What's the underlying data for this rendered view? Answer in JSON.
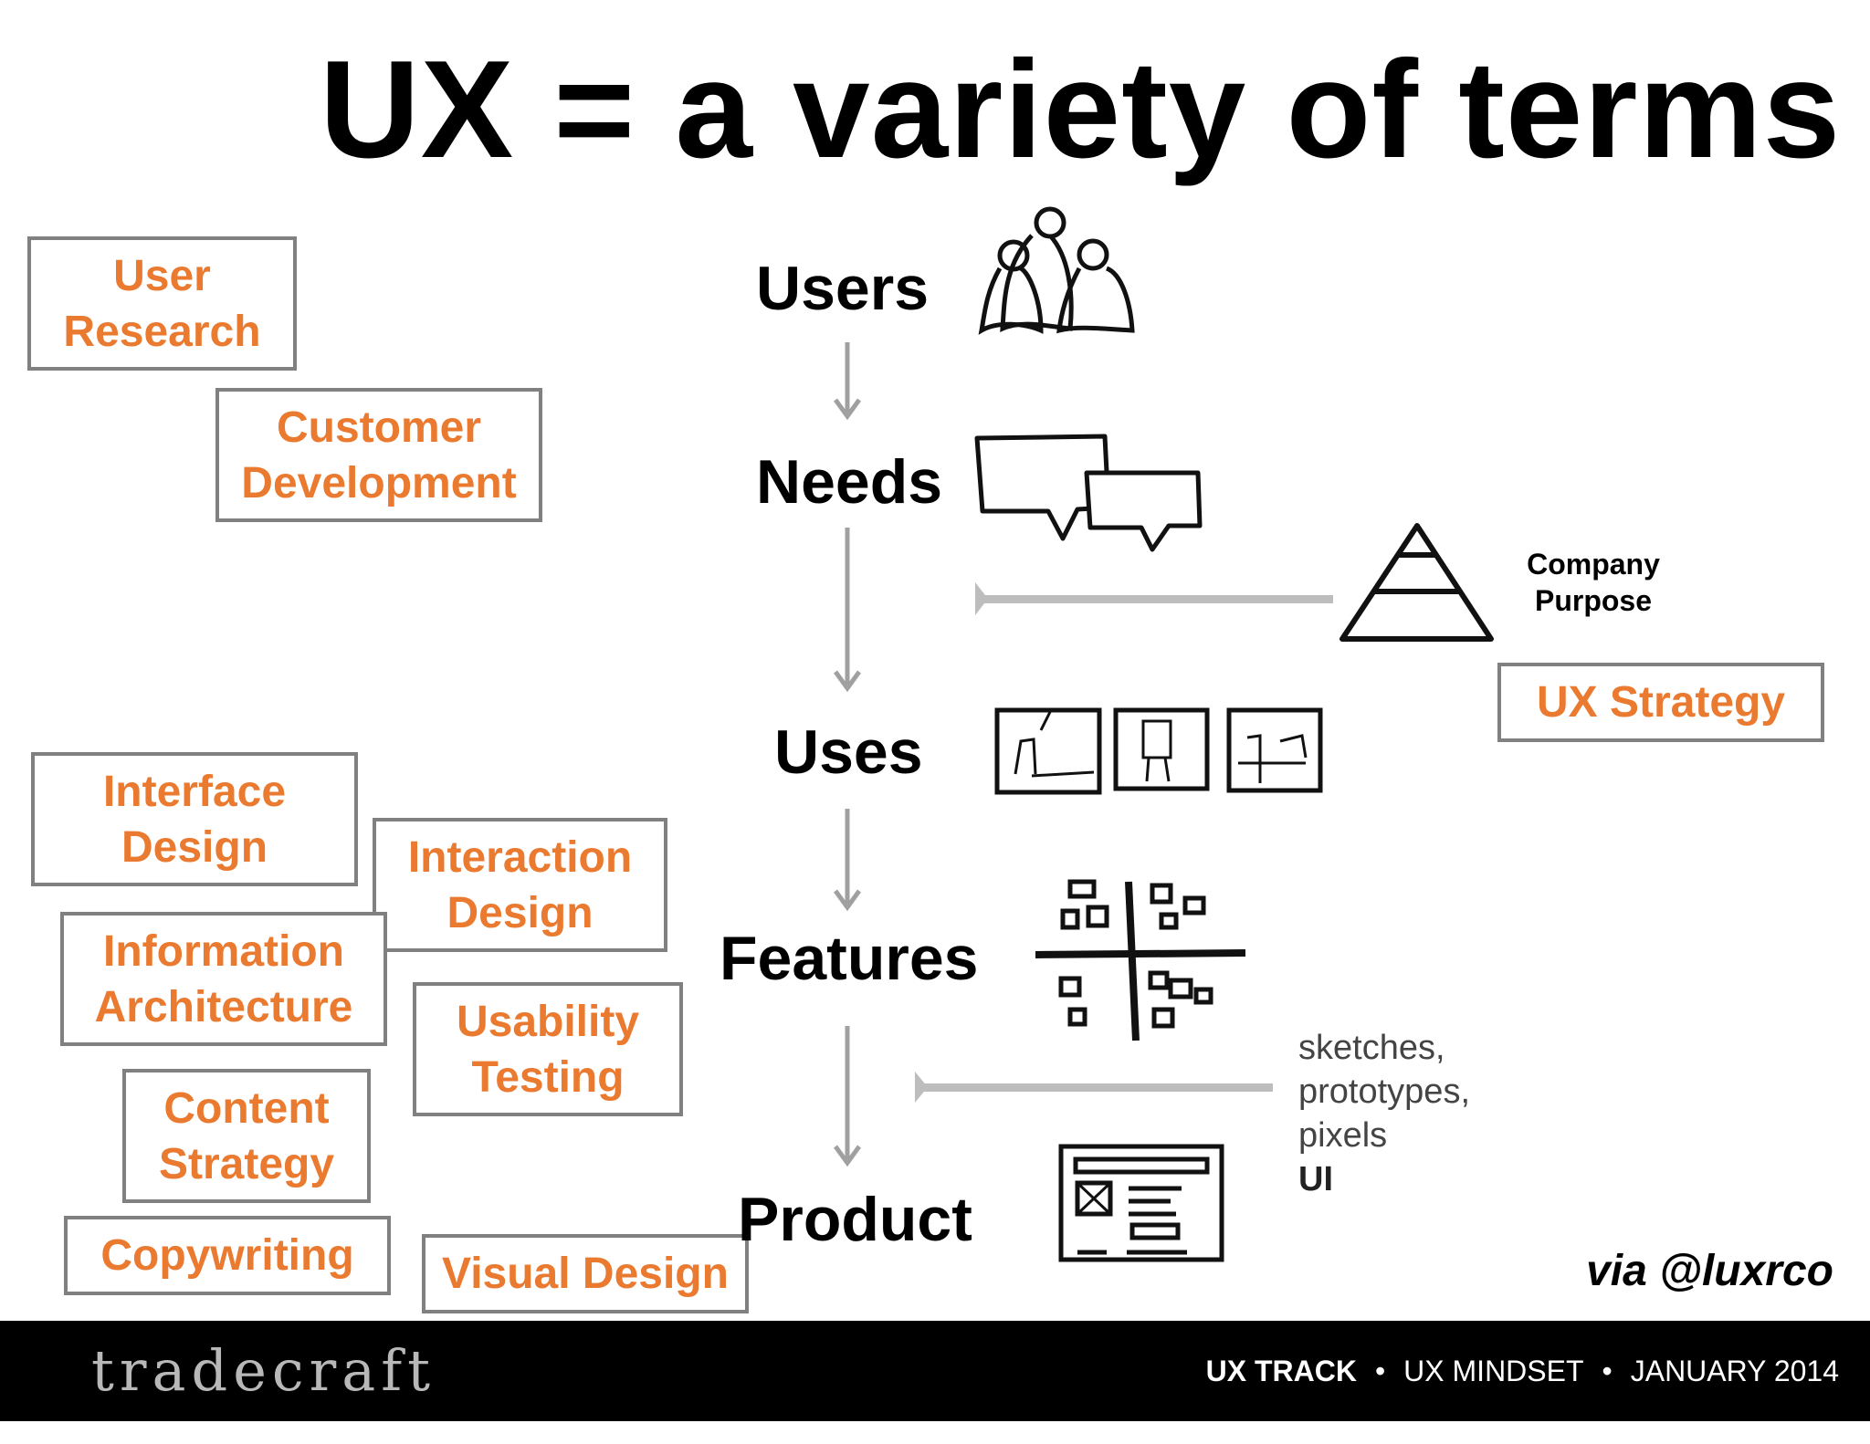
{
  "title": "UX = a variety of terms",
  "terms": {
    "user_research": "User\nResearch",
    "customer_development": "Customer\nDevelopment",
    "interface_design": "Interface\nDesign",
    "interaction_design": "Interaction\nDesign",
    "information_architecture": "Information\nArchitecture",
    "usability_testing": "Usability\nTesting",
    "content_strategy": "Content\nStrategy",
    "copywriting": "Copywriting",
    "visual_design": "Visual Design",
    "ux_strategy": "UX Strategy"
  },
  "flow": {
    "users": "Users",
    "needs": "Needs",
    "uses": "Uses",
    "features": "Features",
    "product": "Product"
  },
  "company_purpose": [
    "Company",
    "Purpose"
  ],
  "sketch_note": [
    "sketches,",
    "prototypes,",
    "pixels",
    "UI"
  ],
  "credit": "via @luxrco",
  "footer": {
    "brand": "tradecraft",
    "track": "UX TRACK",
    "separator": "•",
    "topic": "UX MINDSET",
    "date": "JANUARY 2014"
  },
  "colors": {
    "term_text": "#ea7a2f",
    "term_border": "#808080",
    "arrow": "#a0a0a0",
    "footer_bg": "#000000"
  },
  "icons": [
    "users-group-icon",
    "speech-bubbles-icon",
    "pyramid-icon",
    "storyboard-frames-icon",
    "sticky-notes-quadrant-icon",
    "wireframe-icon",
    "diamond-logo-icon"
  ]
}
